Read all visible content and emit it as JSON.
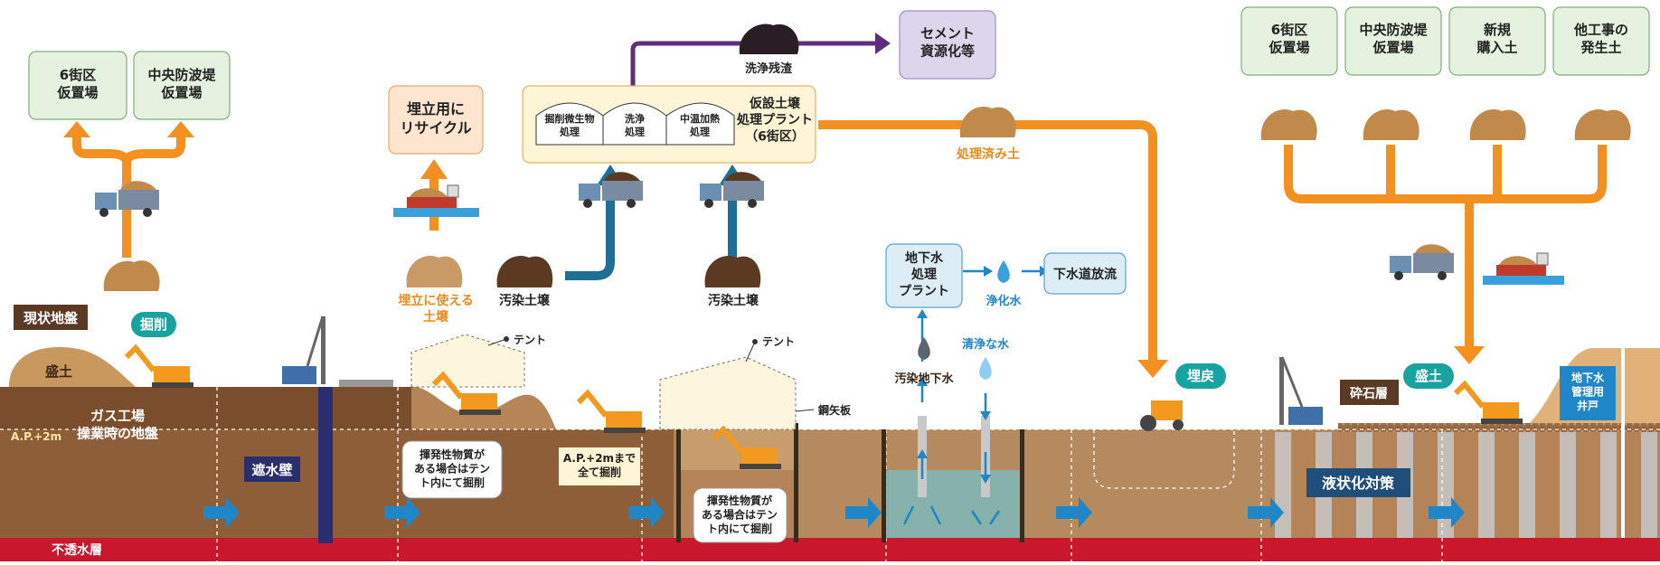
{
  "colors": {
    "orange": "#f39020",
    "teal": "#1e6f96",
    "purple": "#5f2e7e",
    "blue_arrow": "#1f86c8",
    "navy_wall": "#2a2e6e",
    "ground_upper": "#8b5a35",
    "ground_lower": "#a97a4c",
    "impermeable": "#c9182b",
    "green_box": "#e6f2e0",
    "lavender_box": "#dcd6ec",
    "peach_box": "#fde5cf",
    "cream_box": "#fdf5d6",
    "lightblue_box": "#dcedf6",
    "pill": "#19a3a0"
  },
  "labels": {
    "existing_ground": "現状地盤",
    "fill_left": "盛土",
    "gas_works_ground": "ガス工場\n操業時の地盤",
    "ap2m": "A.P.+2m",
    "impermeable_layer": "不透水層",
    "excavation": "掘削",
    "cutoff_wall": "遮水壁",
    "volatile_1": "揮発性物質が\nある場合はテン\nト内にて掘削",
    "volatile_2": "揮発性物質が\nある場合はテン\nト内にて掘削",
    "ap2m_excavate": "A.P.+2mまで\n全て掘削",
    "tent_1": "テント",
    "tent_2": "テント",
    "steel_sheet_pile": "鋼矢板",
    "reusable_soil": "埋立に使える\n土壌",
    "contaminated_soil_1": "汚染土壌",
    "contaminated_soil_2": "汚染土壌",
    "recycle_box": "埋立用に\nリサイクル",
    "left_dest_1": "6街区\n仮置場",
    "left_dest_2": "中央防波堤\n仮置場",
    "cement": "セメント\n資源化等",
    "wash_residue": "洗浄残渣",
    "plant_sub_1": "掘削微生物\n処理",
    "plant_sub_2": "洗浄\n処理",
    "plant_sub_3": "中温加熱\n処理",
    "plant_title": "仮設土壌\n処理プラント\n（6街区）",
    "treated_soil": "処理済み土",
    "gw_plant": "地下水\n処理\nプラント",
    "purified_water": "浄化水",
    "sewer": "下水道放流",
    "contaminated_gw": "汚染地下水",
    "clean_water": "清浄な水",
    "backfill": "埋戻",
    "right_src_1": "6街区\n仮置場",
    "right_src_2": "中央防波堤\n仮置場",
    "right_src_3": "新規\n購入土",
    "right_src_4": "他工事の\n発生土",
    "gravel_layer": "砕石層",
    "fill_right": "盛土",
    "gw_well": "地下水\n管理用\n井戸",
    "liquefaction": "液状化対策"
  }
}
